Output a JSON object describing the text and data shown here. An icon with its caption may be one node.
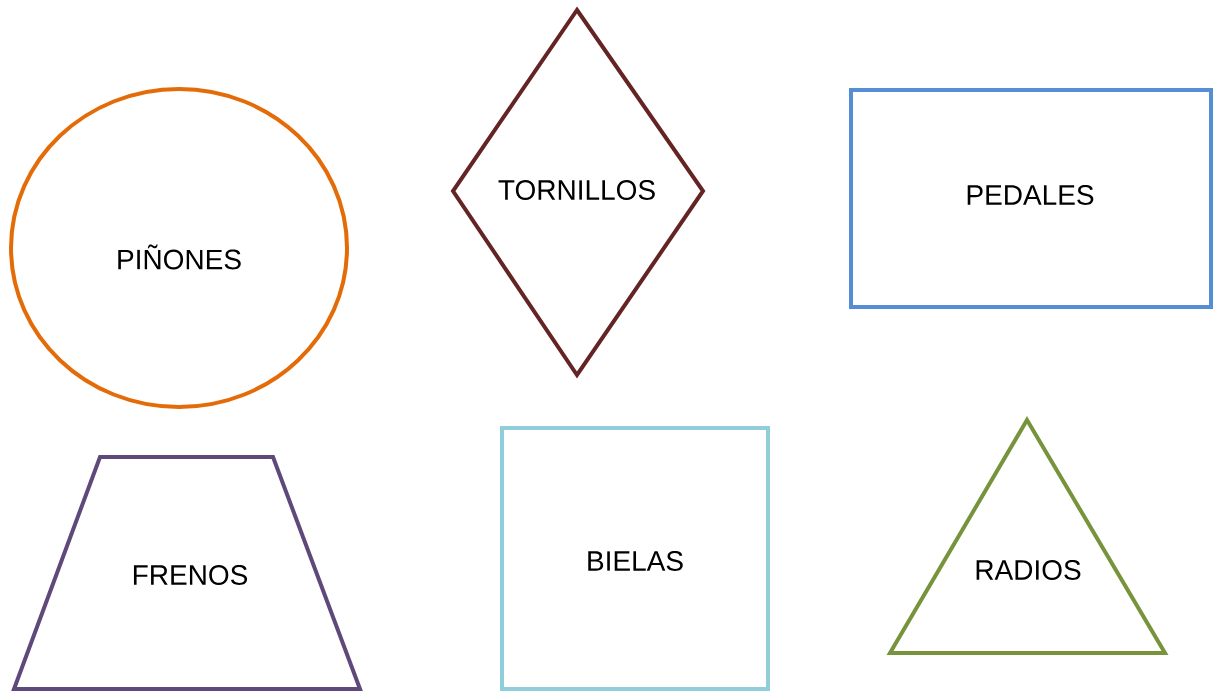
{
  "diagram": {
    "nodes": [
      {
        "text": [
          "PIÑONES"
        ]
      },
      {
        "text": [
          "TORNILLOS"
        ]
      },
      {
        "text": [
          "PEDALES"
        ]
      },
      {
        "text": [
          "FRENOS"
        ]
      },
      {
        "text": [
          "BIELAS"
        ]
      },
      {
        "text": [
          "RADIOS"
        ]
      }
    ]
  }
}
